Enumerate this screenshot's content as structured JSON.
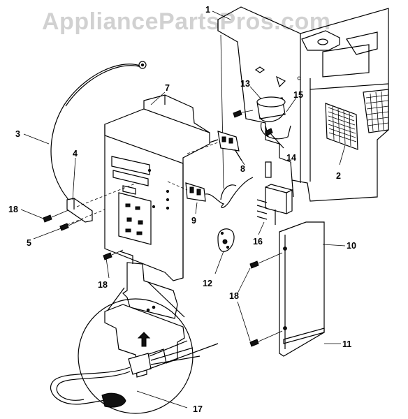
{
  "watermark": "AppliancePartsPros.com",
  "callouts": {
    "c1": "1",
    "c2": "2",
    "c3": "3",
    "c4": "4",
    "c5": "5",
    "c7": "7",
    "c8": "8",
    "c9": "9",
    "c10": "10",
    "c11": "11",
    "c12": "12",
    "c13": "13",
    "c14": "14",
    "c15": "15",
    "c16": "16",
    "c17": "17",
    "c18a": "18",
    "c18b": "18",
    "c18c": "18"
  }
}
